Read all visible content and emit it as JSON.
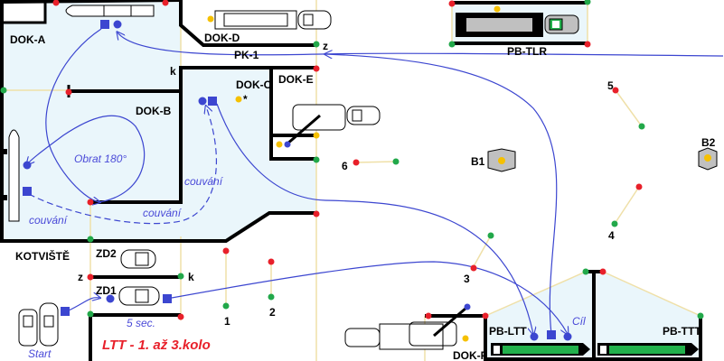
{
  "title": "LTT - 1. až 3.kolo",
  "labels": {
    "dok_a": "DOK-A",
    "dok_b": "DOK-B",
    "dok_c": "DOK-C",
    "dok_d": "DOK-D",
    "dok_e": "DOK-E",
    "dok_f": "DOK-F",
    "pk1": "PK-1",
    "pb_tlr": "PB-TLR",
    "pb_ltt": "PB-LTT",
    "pb_ttt": "PB-TTT",
    "kotviste": "KOTVIŠTĚ",
    "zd1": "ZD1",
    "zd2": "ZD2",
    "b1": "B1",
    "b2": "B2",
    "z": "z",
    "k": "k",
    "gate1": "1",
    "gate2": "2",
    "gate3": "3",
    "gate4": "4",
    "gate5": "5",
    "gate6": "6",
    "star": "*"
  },
  "notes": {
    "obrat": "Obrat 180°",
    "couvani": "couvání",
    "start": "Start",
    "cil": "Cíl",
    "wait": "5 sec."
  },
  "colors": {
    "dock_fill": "#eaf6fb",
    "path": "#3c46d0",
    "red": "#e8202a",
    "green": "#22a84a",
    "yellow": "#f5c000",
    "gate_line": "#efe0a8",
    "train": "#22b14c"
  }
}
